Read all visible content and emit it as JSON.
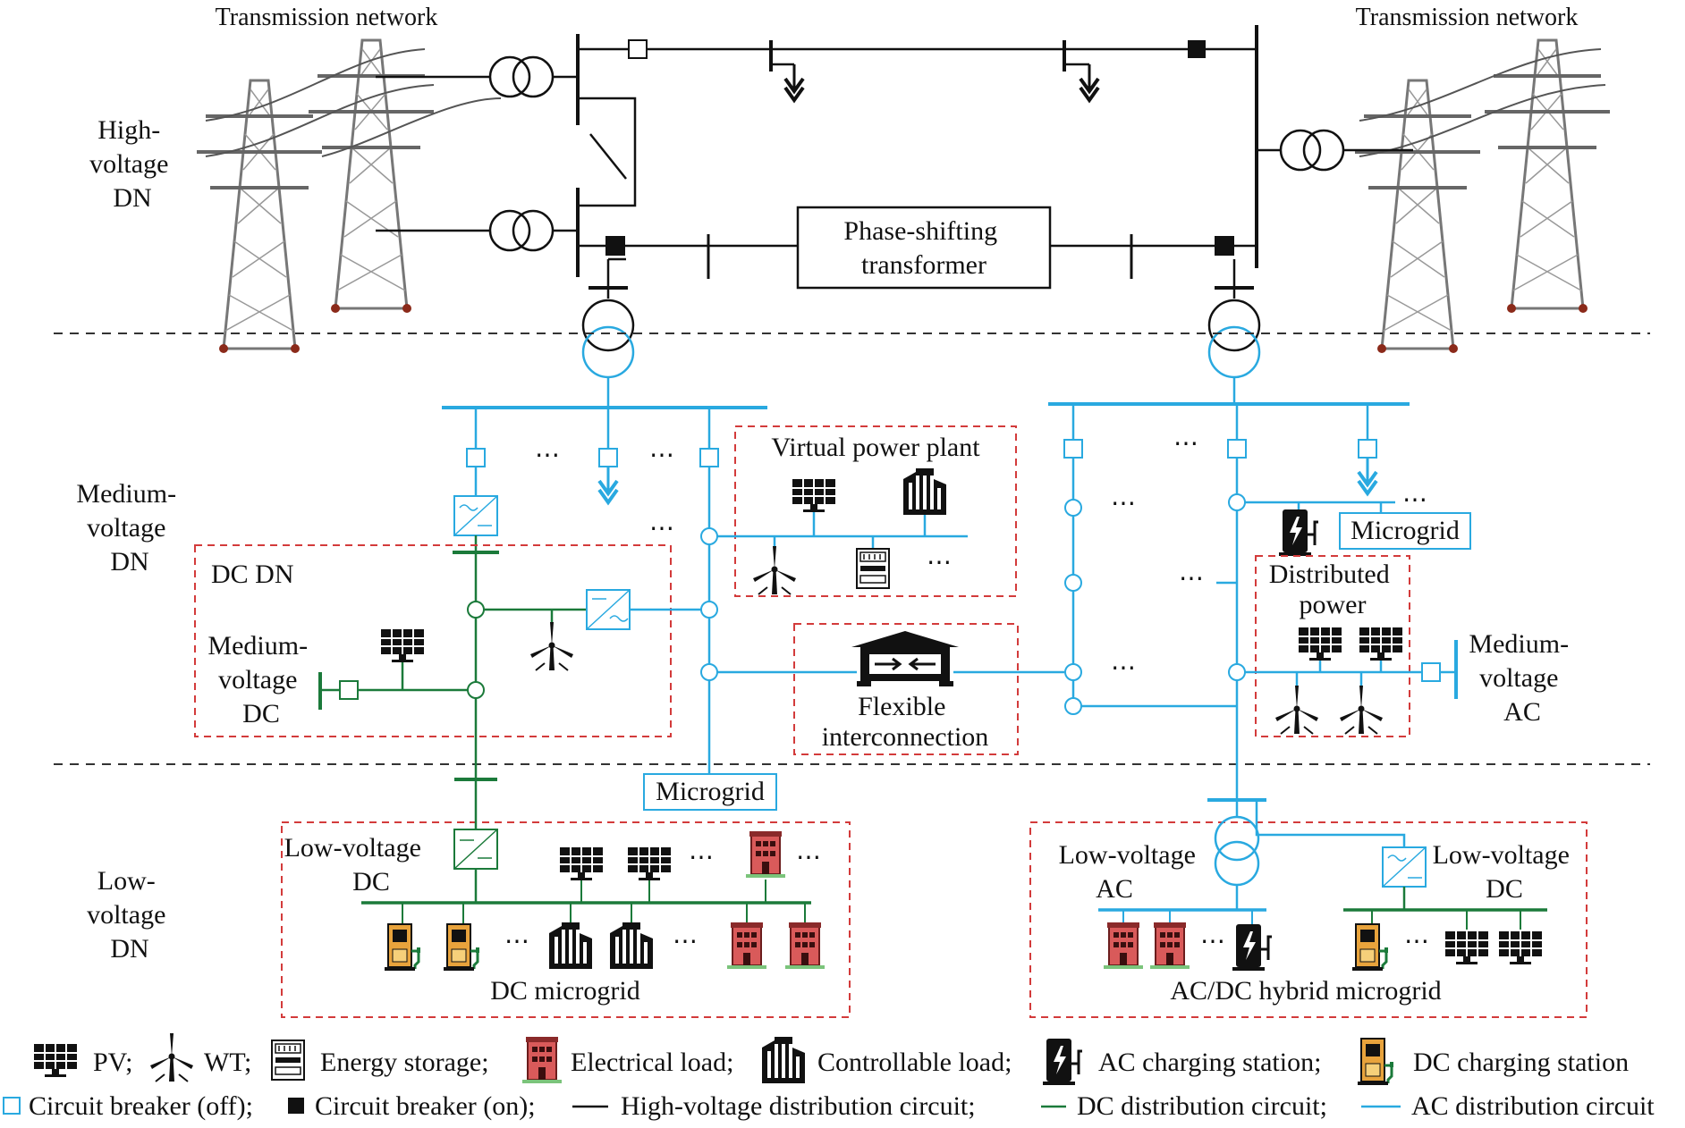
{
  "colors": {
    "hv": "#1a1a1a",
    "ac": "#29a9e0",
    "dc": "#1b7a3a",
    "dash_box": "#d33b3b"
  },
  "labels": {
    "transmission_left": "Transmission network",
    "transmission_right": "Transmission network",
    "hv_dn": [
      "High-",
      "voltage",
      "DN"
    ],
    "mv_dn": [
      "Medium-",
      "voltage",
      "DN"
    ],
    "lv_dn": [
      "Low-",
      "voltage",
      "DN"
    ],
    "phase_shifting": [
      "Phase-shifting",
      "transformer"
    ],
    "vpp": "Virtual power plant",
    "dc_dn": "DC DN",
    "mv_dc": [
      "Medium-",
      "voltage",
      "DC"
    ],
    "microgrid_top": "Microgrid",
    "distributed_power": [
      "Distributed",
      "power"
    ],
    "mv_ac": [
      "Medium-",
      "voltage",
      "AC"
    ],
    "flexible": [
      "Flexible",
      "interconnection"
    ],
    "microgrid_mid": "Microgrid",
    "lv_dc": [
      "Low-voltage",
      "DC"
    ],
    "lv_ac": [
      "Low-voltage",
      "AC"
    ],
    "lv_dc_right": [
      "Low-voltage",
      "DC"
    ],
    "dc_microgrid": "DC microgrid",
    "hybrid_microgrid": "AC/DC hybrid microgrid",
    "ellipsis": "⋯"
  },
  "legend": {
    "row1": [
      "PV;",
      "WT;",
      "Energy storage;",
      "Electrical load;",
      "Controllable load;",
      "AC charging station;",
      "DC charging station"
    ],
    "row2": [
      "Circuit breaker (off);",
      "Circuit breaker (on);",
      "High-voltage distribution circuit;",
      "DC distribution circuit;",
      "AC distribution circuit"
    ]
  }
}
